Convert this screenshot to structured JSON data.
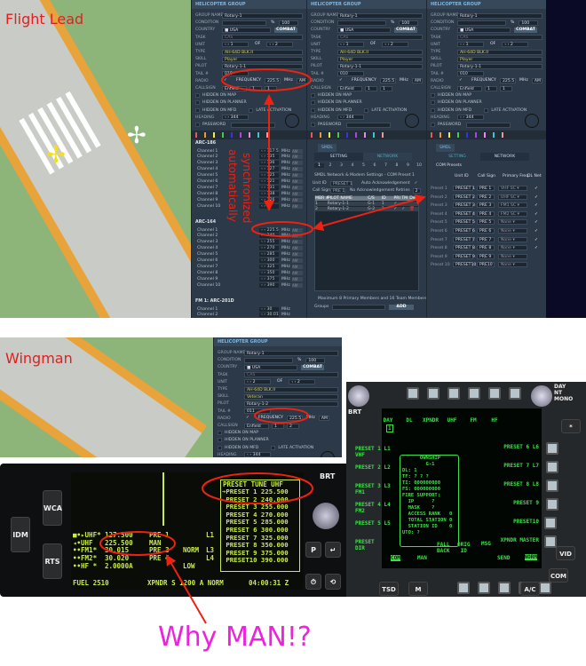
{
  "annotations": {
    "flight_lead": "Flight Lead",
    "wingman": "Wingman",
    "sync_line1": "automatically",
    "sync_line2": "synchronized",
    "why": "Why MAN!?"
  },
  "group_panels": [
    {
      "title": "HELICOPTER GROUP",
      "group_name": "Rotary-1",
      "condition": "",
      "condition_pct": "100",
      "country": "USA",
      "combat": "COMBAT",
      "task": "CAS",
      "unit": "1",
      "of": "OF",
      "unit_total": "2",
      "type": "AH-64D BLK.II",
      "skill": "Player",
      "pilot": "Rotary-1-1",
      "tail": "010",
      "frequency_label": "FREQUENCY",
      "frequency": "225.5",
      "mhz": "MHz",
      "mod": "AM",
      "callsign": "Enfield",
      "cs1": "1",
      "cs2": "1",
      "heading": "344"
    },
    {
      "title": "HELICOPTER GROUP",
      "group_name": "Rotary-1",
      "condition": "",
      "condition_pct": "100",
      "country": "USA",
      "combat": "COMBAT",
      "task": "CAS",
      "unit": "1",
      "of": "OF",
      "unit_total": "2",
      "type": "AH-64D BLK.II",
      "skill": "Player",
      "pilot": "Rotary-1-1",
      "tail": "010",
      "frequency_label": "FREQUENCY",
      "frequency": "225.5",
      "mhz": "MHz",
      "mod": "AM",
      "callsign": "Enfield",
      "cs1": "1",
      "cs2": "1",
      "heading": "344"
    },
    {
      "title": "HELICOPTER GROUP",
      "group_name": "Rotary-1",
      "condition": "",
      "condition_pct": "100",
      "country": "USA",
      "combat": "COMBAT",
      "task": "CAS",
      "unit": "1",
      "of": "OF",
      "unit_total": "2",
      "type": "AH-64D BLK.II",
      "skill": "Player",
      "pilot": "Rotary-1-1",
      "tail": "010",
      "frequency_label": "FREQUENCY",
      "frequency": "225.5",
      "mhz": "MHz",
      "mod": "AM",
      "callsign": "Enfield",
      "cs1": "1",
      "cs2": "1",
      "heading": "344"
    },
    {
      "title": "HELICOPTER GROUP",
      "group_name": "Rotary-1",
      "condition": "",
      "condition_pct": "100",
      "country": "USA",
      "combat": "COMBAT",
      "task": "CAS",
      "unit": "2",
      "of": "OF",
      "unit_total": "2",
      "type": "AH-64D BLK.II",
      "skill": "Veteran",
      "pilot": "Rotary-1-2",
      "tail": "011",
      "frequency_label": "FREQUENCY",
      "frequency": "225.5",
      "mhz": "MHz",
      "mod": "AM",
      "callsign": "Enfield",
      "cs1": "1",
      "cs2": "2",
      "heading": "344"
    }
  ],
  "form_labels": {
    "group_name": "GROUP NAME",
    "condition": "CONDITION",
    "country": "COUNTRY",
    "task": "TASK",
    "unit": "UNIT",
    "type": "TYPE",
    "skill": "SKILL",
    "pilot": "PILOT",
    "tail": "TAIL #",
    "radio": "RADIO",
    "callsign": "CALLSIGN",
    "hidden_map": "HIDDEN ON MAP",
    "hidden_planner": "HIDDEN ON PLANNER",
    "hidden_mfd": "HIDDEN ON MFD",
    "late": "LATE ACTIVATION",
    "heading": "HEADING",
    "password": "PASSWORD",
    "pct": "%"
  },
  "radios": [
    {
      "name": "ARC-186",
      "mod": "AM",
      "channels": [
        [
          "Channel 1",
          "117.5"
        ],
        [
          "Channel 2",
          "135"
        ],
        [
          "Channel 3",
          "136"
        ],
        [
          "Channel 4",
          "127"
        ],
        [
          "Channel 5",
          "125"
        ],
        [
          "Channel 6",
          "121"
        ],
        [
          "Channel 7",
          "131"
        ],
        [
          "Channel 8",
          "138"
        ],
        [
          "Channel 9",
          "126"
        ],
        [
          "Channel 10",
          ""
        ]
      ]
    },
    {
      "name": "ARC-164",
      "mod": "AM",
      "channels": [
        [
          "Channel 1",
          "225.5"
        ],
        [
          "Channel 2",
          "240"
        ],
        [
          "Channel 3",
          "255"
        ],
        [
          "Channel 4",
          "270"
        ],
        [
          "Channel 5",
          "285"
        ],
        [
          "Channel 6",
          "300"
        ],
        [
          "Channel 7",
          "325"
        ],
        [
          "Channel 8",
          "350"
        ],
        [
          "Channel 9",
          "375"
        ],
        [
          "Channel 10",
          "390"
        ]
      ]
    },
    {
      "name": "FM 1: ARC-201D",
      "mod": "",
      "channels": [
        [
          "Channel 1",
          "30"
        ],
        [
          "Channel 2",
          "30.01"
        ]
      ]
    }
  ],
  "mhz": "MHz",
  "smdl": {
    "tab": "SMDL",
    "setting": "SETTING",
    "network": "NETWORK",
    "presets": [
      "1",
      "2",
      "3",
      "4",
      "5",
      "6",
      "7",
      "8",
      "9",
      "10"
    ],
    "subtitle": "SMDL Network & Modem Settings - COM Preset 1",
    "unit_id_label": "Unit ID",
    "unit_id": "PRESET 1",
    "call_sign_label": "Call Sign",
    "call_sign": "PRE 1",
    "auto_ack": "Auto Acknowledgement",
    "no_ack": "No Acknowledgement Retries",
    "retries": "2",
    "columns": [
      "MBR #",
      "PILOT NAME",
      "C/S",
      "ID",
      "PRI",
      "TM",
      "Del"
    ],
    "rows": [
      [
        "1",
        "Rotary-1-1",
        "G-1",
        "1",
        "✓",
        "✓",
        ""
      ],
      [
        "2",
        "Rotary-1-2",
        "G-2",
        "2",
        "✓",
        "✓",
        "🗑"
      ]
    ],
    "footer": "Maximum 8 Primary Members and 16 Team Members",
    "groups": "Groups",
    "add": "ADD"
  },
  "com_presets": {
    "title": "COM Presets",
    "columns": [
      "Unit ID",
      "Call Sign",
      "Primary Freq",
      "DL Net"
    ],
    "rows": [
      [
        "Preset 1",
        "PRESET 1",
        "PRE 1",
        "VHF SC",
        "✓"
      ],
      [
        "Preset 2",
        "PRESET 2",
        "PRE 2",
        "UHF SC",
        "✓"
      ],
      [
        "Preset 3",
        "PRESET 3",
        "PRE 3",
        "FM1 SC",
        "✓"
      ],
      [
        "Preset 4",
        "PRESET 4",
        "PRE 4",
        "FM2 SC",
        "✓"
      ],
      [
        "Preset 5",
        "PRESET 5",
        "PRE 5",
        "None",
        "✓"
      ],
      [
        "Preset 6",
        "PRESET 6",
        "PRE 6",
        "None",
        "✓"
      ],
      [
        "Preset 7",
        "PRESET 7",
        "PRE 7",
        "None",
        "✓"
      ],
      [
        "Preset 8",
        "PRESET 8",
        "PRE 8",
        "None",
        "✓"
      ],
      [
        "Preset 9",
        "PRESET 9",
        "PRE 9",
        "None",
        ""
      ],
      [
        "Preset 10",
        "PRESET10",
        "PRE10",
        "None",
        ""
      ]
    ]
  },
  "eufd": {
    "buttons": {
      "wca": "WCA",
      "idm": "IDM",
      "rts": "RTS",
      "brt": "BRT",
      "p": "P"
    },
    "radios": [
      [
        "■•▸UHF*",
        "127.500",
        "PRE 1",
        "",
        "L1"
      ],
      [
        "◂•UHF",
        "225.500",
        "MAN",
        "",
        ""
      ],
      [
        "••FM1*",
        "30.015",
        "PRE 3",
        "NORM",
        "L3"
      ],
      [
        "••FM2*",
        "30.020",
        "PRE 4",
        "",
        "L4"
      ],
      [
        "••HF *",
        "2.0000A",
        "",
        "LOW",
        ""
      ]
    ],
    "preset_title": "PRESET TUNE UHF",
    "presets": [
      "➔PRESET 1 225.500",
      " PRESET 2 240.000",
      " PRESET 3 255.000",
      " PRESET 4 270.000",
      " PRESET 5 285.000",
      " PRESET 6 300.000",
      " PRESET 7 325.000",
      " PRESET 8 350.000",
      " PRESET 9 375.000",
      " PRESET10 390.000"
    ],
    "fuel": "FUEL 2510",
    "xpndr": "XPNDR S 1200 A NORM",
    "time": "04:00:31 Z"
  },
  "mpd": {
    "top": [
      "DAY",
      "DL",
      "XPNDR",
      "UHF",
      "FM",
      "HF"
    ],
    "day_box": "1",
    "left": [
      "PRESET 1 L1\nVHF",
      "PRESET 2 L2",
      "PRESET 3 L3\nFM1",
      "PRESET 4 L4\nFM2",
      "PRESET 5 L5",
      "PRESET\nDIR"
    ],
    "right": [
      "PRESET 6 L6",
      "PRESET 7 L7",
      "PRESET 8 L8",
      "PRESET 9",
      "PRESET10",
      "XPNDR MASTER"
    ],
    "norm": "NORM",
    "center": [
      "OWNSHIP",
      "G-1",
      "DL: 1",
      "TF: ? ? ?",
      "TI: 000000000",
      "FS: 000000000",
      "FIRE SUPPORT:",
      "  IP      ?",
      "  MASK    ?",
      "  ACCESS RANK   0",
      "  TOTAL STATION 0",
      "  STATION ID    0",
      "UTO: ?"
    ],
    "bottom": [
      "COM",
      "MAN",
      "FALL\nBACK",
      "ORIG\nID",
      "MSG",
      "SEND"
    ],
    "hw": {
      "brt": "BRT",
      "daynt": "DAY\nNT\nMONO",
      "vid": "VID",
      "com": "COM",
      "tsd": "TSD",
      "m": "M",
      "ac": "A/C",
      "star": "*"
    }
  }
}
